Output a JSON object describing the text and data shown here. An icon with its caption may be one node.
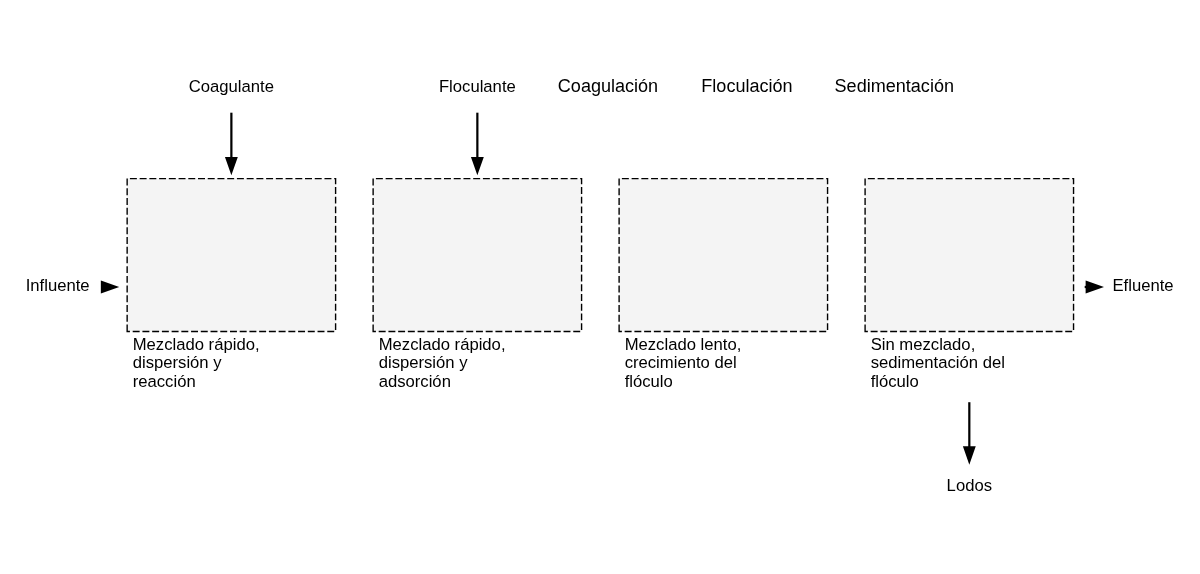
{
  "diagram": {
    "nodes": [
      {
        "text": [
          "Coagulante"
        ]
      },
      {
        "text": [
          "Floculante"
        ]
      },
      {
        "text": [
          "Influente"
        ]
      },
      {
        "text": [],
        "shape": "box",
        "beside": [
          "Mezclado rápido, dispersión y reacción"
        ]
      },
      {
        "text": [],
        "shape": "box",
        "beside": [
          "Mezclado rápido, dispersión y adsorción"
        ]
      },
      {
        "text": [],
        "shape": "box",
        "beside": [
          "Mezclado lento, crecimiento del flóculo"
        ]
      },
      {
        "text": [],
        "shape": "box",
        "beside": [
          "Sin mezclado, sedimentación del flóculo"
        ]
      },
      {
        "text": [
          "Efluente"
        ]
      },
      {
        "text": [
          "Lodos"
        ]
      }
    ],
    "edges": [
      {
        "from": 0,
        "to": 3,
        "arrow": "to"
      },
      {
        "from": 1,
        "to": 4,
        "arrow": "to"
      },
      {
        "from": 2,
        "to": 3,
        "arrow": "to"
      },
      {
        "from": 6,
        "to": 7,
        "arrow": "to"
      },
      {
        "from": 6,
        "to": 8,
        "arrow": "to"
      }
    ],
    "labels": [
      "Coagulación",
      "Floculación",
      "Sedimentación"
    ]
  }
}
